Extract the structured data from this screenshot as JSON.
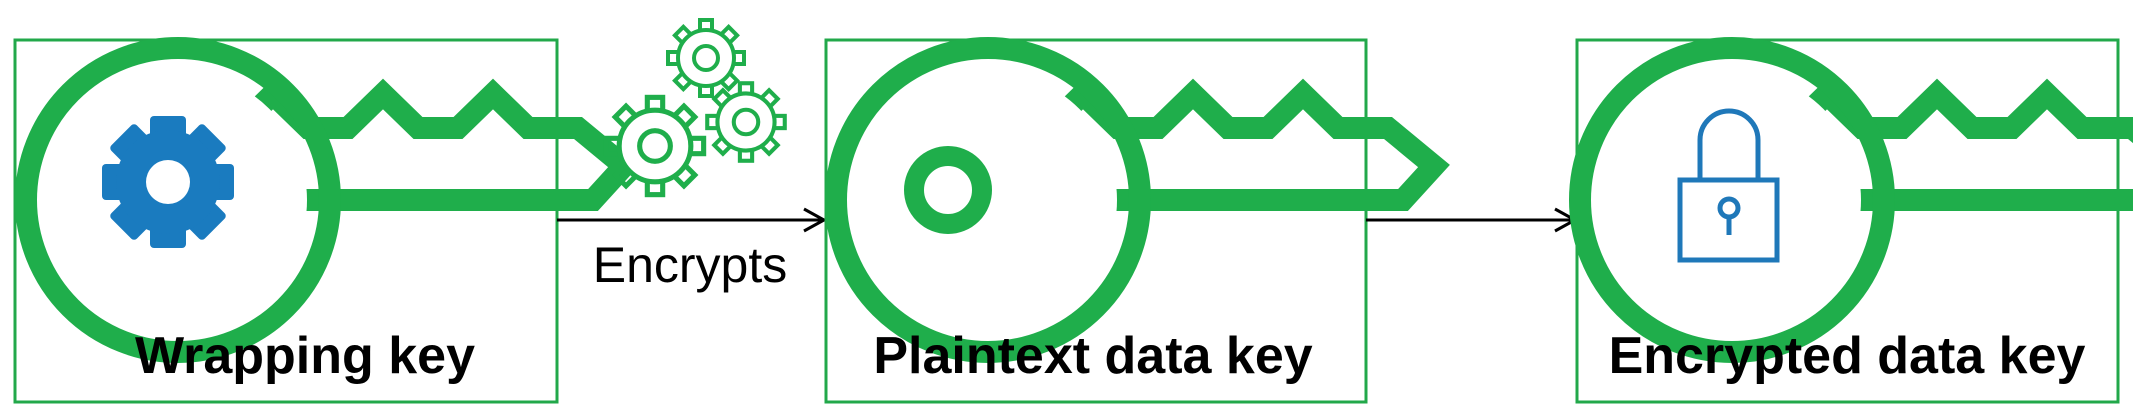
{
  "colors": {
    "border": "#22a84a",
    "key_green": "#1fae4b",
    "gear_blue": "#1a7bbf",
    "lock_blue": "#1f78b9",
    "arrow": "#000000"
  },
  "boxes": [
    {
      "label": "Wrapping key",
      "icon": "gear-icon"
    },
    {
      "label": "Plaintext data key",
      "icon": "ring-icon"
    },
    {
      "label": "Encrypted data key",
      "icon": "padlock-icon"
    }
  ],
  "edges": [
    {
      "label": "Encrypts",
      "icon": "gears-icon"
    },
    {
      "label": ""
    }
  ]
}
